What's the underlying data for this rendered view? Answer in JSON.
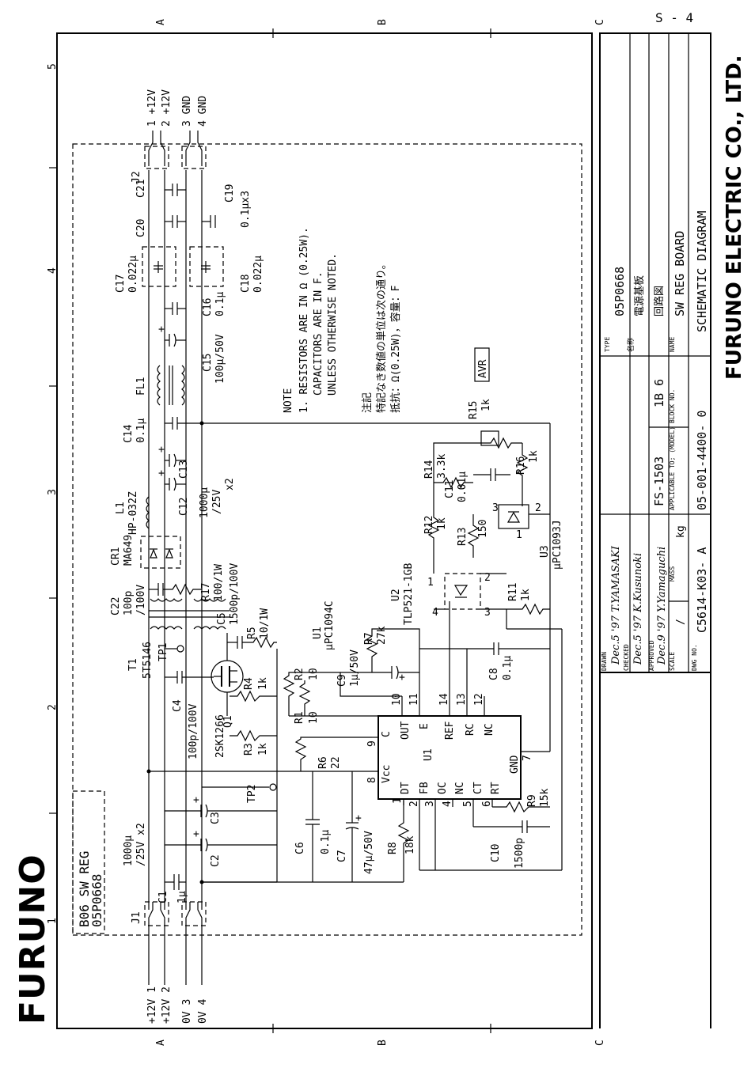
{
  "page": {
    "sheet_number": "S - 4"
  },
  "border": {
    "top_letters": [
      "A",
      "B",
      "C"
    ],
    "bottom_letters": [
      "A",
      "B",
      "C"
    ],
    "side_numbers": [
      "5",
      "4",
      "3",
      "2",
      "1"
    ]
  },
  "logo": "FURUNO",
  "company": "FURUNO ELECTRIC CO., LTD.",
  "board_label": {
    "line1": "B06 SW REG",
    "line2": "05P0668"
  },
  "connectors": {
    "j1": {
      "ref": "J1",
      "pins": [
        "+12V 1",
        "+12V 2",
        "0V 3",
        "0V 4"
      ]
    },
    "j2": {
      "ref": "J2",
      "pins": [
        "1 +12V",
        "2 +12V",
        "3 GND",
        "4 GND"
      ]
    }
  },
  "notes": {
    "title": "NOTE",
    "line1": "1. RESISTORS ARE IN Ω (0.25W).",
    "line2": "CAPACITORS ARE IN F.",
    "line3": "UNLESS OTHERWISE NOTED.",
    "jp_title": "注記",
    "jp_line1": "特記なき数値の単位は次の通り。",
    "jp_line2": "抵抗：Ω(0.25W)，容量：F"
  },
  "avr_box": "AVR",
  "components": {
    "c1": [
      "C1",
      "1μ"
    ],
    "c2c3": [
      "C2",
      "C3",
      "1000μ",
      "/25V x2"
    ],
    "tp2": "TP2",
    "c6": [
      "C6",
      "0.1μ"
    ],
    "c7": [
      "C7",
      "47μ/50V"
    ],
    "r8": [
      "R8",
      "18k"
    ],
    "c10": [
      "C10",
      "1500p"
    ],
    "r9": [
      "R9",
      "15k"
    ],
    "r6": [
      "R6",
      "22"
    ],
    "r1": [
      "R1",
      "10"
    ],
    "r2": [
      "R2",
      "10"
    ],
    "r3": [
      "R3",
      "1k"
    ],
    "r4": [
      "R4",
      "1k"
    ],
    "q1": [
      "Q1",
      "2SK1266"
    ],
    "c4": [
      "C4",
      "100p/100V"
    ],
    "tp1": "TP1",
    "t1": [
      "T1",
      "5T5146"
    ],
    "c5": [
      "C5",
      "1500p/100V"
    ],
    "r5": [
      "R5",
      "10/1W"
    ],
    "c22": [
      "C22",
      "100p",
      "/100V"
    ],
    "r17": [
      "R17",
      "100/1W"
    ],
    "cr1": [
      "CR1",
      "MA649"
    ],
    "l1": [
      "L1",
      "HP-032Z"
    ],
    "c12c13": [
      "C12",
      "C13",
      "1000μ",
      "/25V",
      "x2"
    ],
    "c14": [
      "C14",
      "0.1μ"
    ],
    "fl1": "FL1",
    "c15": [
      "C15",
      "100μ/50V"
    ],
    "c16": [
      "C16",
      "0.1μ"
    ],
    "c17": [
      "C17",
      "0.022μ"
    ],
    "c18": [
      "C18",
      "0.022μ"
    ],
    "c19": [
      "C19",
      "0.1μx3"
    ],
    "c20": "C20",
    "c21": "C21",
    "u1": [
      "U1",
      "μPC1094C"
    ],
    "c9": [
      "C9",
      "1μ/50V"
    ],
    "r7": [
      "R7",
      "27k"
    ],
    "c8": [
      "C8",
      "0.1μ"
    ],
    "u2": [
      "U2",
      "TLP521-1GB"
    ],
    "r11": [
      "R11",
      "1k"
    ],
    "r12": [
      "R12",
      "1k"
    ],
    "r13": [
      "R13",
      "150"
    ],
    "r14": [
      "R14",
      "3.3k"
    ],
    "c11": [
      "C11",
      "0.01μ"
    ],
    "r15": [
      "R15",
      "1k"
    ],
    "r16": [
      "R16",
      "1k"
    ],
    "u3": [
      "U3",
      "μPC1093J"
    ]
  },
  "ic_u1": {
    "name": "U1",
    "pins_top": [
      "9",
      "10",
      "11",
      "14",
      "13",
      "12"
    ],
    "pins_bottom": [
      "1",
      "2",
      "3",
      "4",
      "5",
      "6",
      "7"
    ],
    "labels_top": [
      "C",
      "OUT",
      "E",
      "REF",
      "RC",
      "NC"
    ],
    "labels_bottom": [
      "DT",
      "FB",
      "OC",
      "NC",
      "CT",
      "RT",
      "GND"
    ],
    "vcc": "Vcc",
    "pin8": "8"
  },
  "u2_pins": [
    "1",
    "2",
    "3",
    "4"
  ],
  "u3_pins": [
    "1",
    "2",
    "3"
  ],
  "title_block": {
    "drawn_label": "DRAWN",
    "drawn_value": "Dec.5 '97 T.YAMASAKI",
    "checked_label": "CHECKED",
    "checked_value": "Dec.5 '97 K.Kusunoki",
    "approved_label": "APPROVED",
    "approved_value": "Dec.9 '97 Y.Yamaguchi",
    "scale_label": "SCALE",
    "scale_value": "/",
    "mass_label": "MASS",
    "mass_unit": "kg",
    "dwg_label": "DWG NO.",
    "dwg_value": "C5614-K03- A",
    "applicable_label": "APPLICABLE TO; (MODEL)",
    "applicable_value": "FS-1503",
    "block_label": "BLOCK NO.",
    "block_value": "1B 6",
    "code_value": "05-001-4400- 0",
    "type_label": "TYPE",
    "type_value": "05P0668",
    "name_jp_label": "名称",
    "name_jp_value": "電源基板",
    "diagram_jp": "回路図",
    "name_label": "NAME",
    "name_value": "SW REG BOARD",
    "diagram_value": "SCHEMATIC DIAGRAM"
  }
}
